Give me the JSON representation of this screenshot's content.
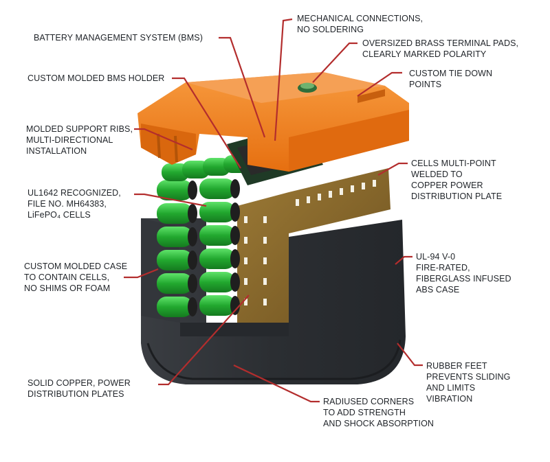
{
  "leader_color": "#b32d2d",
  "colors": {
    "orange_lid": "#f07d1c",
    "orange_dark": "#c9600c",
    "case_dark": "#2f3236",
    "cell_green": "#2dbb3a",
    "copper": "#8a6a2c",
    "terminal": "#3f7d46"
  },
  "callouts": [
    {
      "id": "mechanical-connections",
      "lines": [
        "MECHANICAL CONNECTIONS,",
        "NO SOLDERING"
      ]
    },
    {
      "id": "bms",
      "lines": [
        "BATTERY MANAGEMENT SYSTEM (BMS)"
      ]
    },
    {
      "id": "brass-terminal",
      "lines": [
        "OVERSIZED BRASS TERMINAL PADS,",
        "CLEARLY MARKED POLARITY"
      ]
    },
    {
      "id": "bms-holder",
      "lines": [
        "CUSTOM MOLDED BMS HOLDER"
      ]
    },
    {
      "id": "tie-down",
      "lines": [
        "CUSTOM TIE DOWN",
        "POINTS"
      ]
    },
    {
      "id": "support-ribs",
      "lines": [
        "MOLDED SUPPORT RIBS,",
        "MULTI-DIRECTIONAL",
        "INSTALLATION"
      ]
    },
    {
      "id": "cells-welded",
      "lines": [
        "CELLS MULTI-POINT",
        "WELDED TO",
        "COPPER POWER",
        "DISTRIBUTION PLATE"
      ]
    },
    {
      "id": "ul1642",
      "lines": [
        "UL1642 RECOGNIZED,",
        "FILE  NO. MH64383,",
        "LiFePO₄ CELLS"
      ]
    },
    {
      "id": "ul94",
      "lines": [
        "UL-94 V-0",
        "FIRE-RATED,",
        "FIBERGLASS INFUSED",
        "ABS CASE"
      ]
    },
    {
      "id": "custom-case",
      "lines": [
        "CUSTOM MOLDED CASE",
        "TO CONTAIN CELLS,",
        "NO SHIMS OR FOAM"
      ]
    },
    {
      "id": "rubber-feet",
      "lines": [
        "RUBBER FEET",
        "PREVENTS SLIDING",
        "AND LIMITS",
        "VIBRATION"
      ]
    },
    {
      "id": "solid-copper",
      "lines": [
        "SOLID COPPER, POWER",
        "DISTRIBUTION PLATES"
      ]
    },
    {
      "id": "radiused-corners",
      "lines": [
        "RADIUSED CORNERS",
        "TO ADD STRENGTH",
        "AND SHOCK ABSORPTION"
      ]
    }
  ]
}
